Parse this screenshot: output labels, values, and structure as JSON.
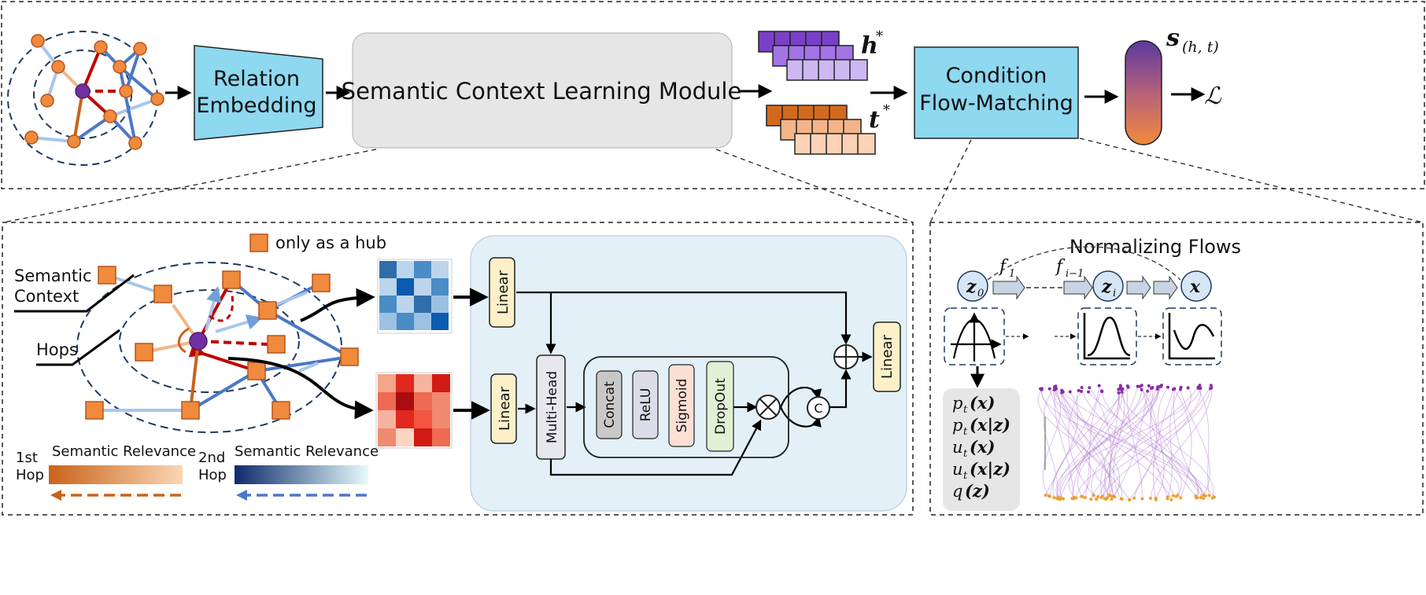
{
  "top": {
    "relation_embedding": [
      "Relation",
      "Embedding"
    ],
    "semantic_module": "Semantic Context Learning Module",
    "h_label": "h",
    "t_label": "t",
    "star": "*",
    "condition_flow": [
      "Condition",
      "Flow-Matching"
    ],
    "score_main": "s",
    "score_sub": "(h, t)",
    "loss": "ℒ"
  },
  "bottom_left": {
    "hub_legend": "only as a hub",
    "semantic_context": [
      "Semantic",
      "Context"
    ],
    "hops": "Hops",
    "first_hop": [
      "1st",
      "Hop"
    ],
    "second_hop": [
      "2nd",
      "Hop"
    ],
    "relevance_label_1": "Semantic Relevance",
    "relevance_label_2": "Semantic Relevance"
  },
  "module": {
    "linear_top": "Linear",
    "linear_bottom": "Linear",
    "multi_head": "Multi-Head",
    "concat": "Concat",
    "relu": "ReLU",
    "sigmoid": "Sigmoid",
    "dropout": "DropOut",
    "concat_symbol": "C",
    "linear_out": "Linear"
  },
  "flows": {
    "title": "Normalizing Flows",
    "z0": "z",
    "z0_sub": "0",
    "zi": "z",
    "zi_sub": "i",
    "x": "x",
    "f1": "f",
    "f1_sub": "1",
    "fi": "f",
    "fi_sub": "i−1",
    "formulas": [
      "p",
      "p",
      "u",
      "u",
      "q"
    ],
    "formula_args": [
      "(x)",
      "(x|z)",
      "(x)",
      "(x|z)",
      "(z)"
    ],
    "formula_subs": [
      "t",
      "t",
      "t",
      "t",
      ""
    ]
  },
  "colors": {
    "node_orange": "#f08a3c",
    "node_purple": "#7030a0",
    "cyan_box": "#8ed8f0",
    "gray_box": "#e6e6e6",
    "light_blue_panel": "#e3f0f8",
    "dashed": "#1f3a5f"
  }
}
